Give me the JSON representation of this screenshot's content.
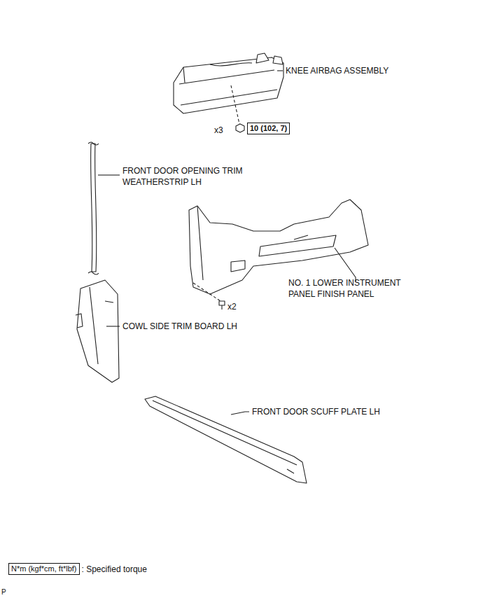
{
  "diagram": {
    "nodes": [
      {
        "text": [
          "10 (102, 7)"
        ]
      },
      {
        "text": [
          "N*m (kgf*cm, ft*lbf)"
        ]
      }
    ],
    "labels": [
      "KNEE AIRBAG ASSEMBLY",
      "x3",
      "FRONT DOOR OPENING TRIM WEATHERSTRIP LH",
      "NO. 1 LOWER INSTRUMENT PANEL FINISH PANEL",
      "x2",
      "COWL SIDE TRIM BOARD LH",
      "FRONT DOOR SCUFF PLATE LH",
      ": Specified torque",
      "P"
    ]
  }
}
